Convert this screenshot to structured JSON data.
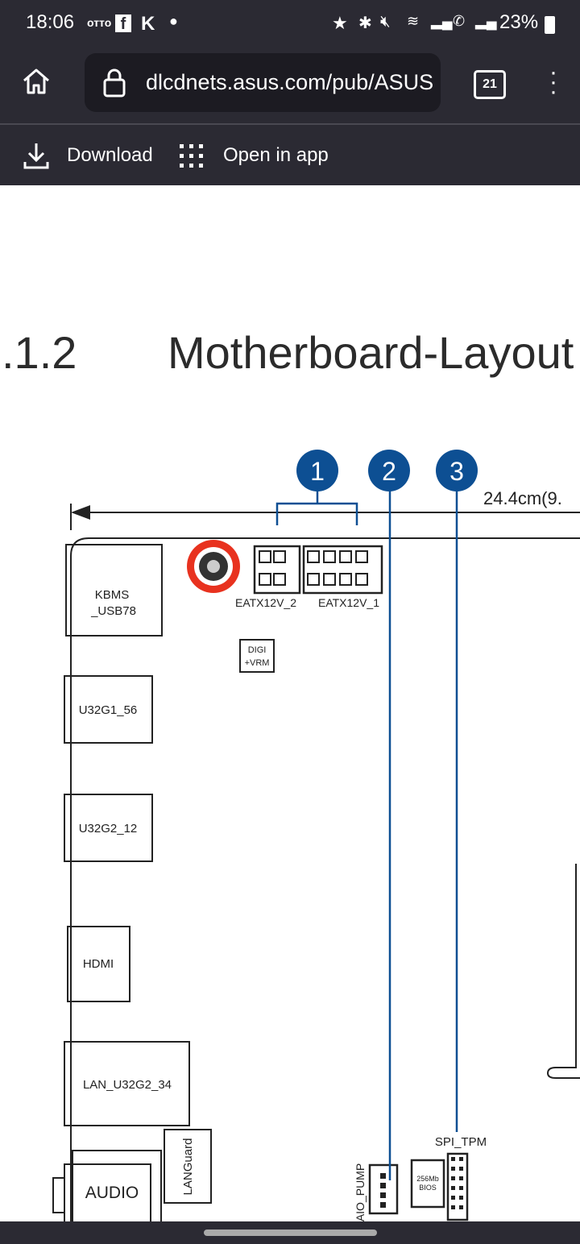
{
  "status_bar": {
    "time": "18:06",
    "notif_text": "отто",
    "battery": "23%"
  },
  "browser": {
    "url": "dlcdnets.asus.com/pub/ASUS",
    "tab_count": "21"
  },
  "toolbar": {
    "download_label": "Download",
    "open_in_app_label": "Open in app"
  },
  "document": {
    "section_number": ".1.2",
    "section_title": "Motherboard-Layout",
    "dimension": "24.4cm(9.",
    "callouts": [
      "1",
      "2",
      "3"
    ],
    "components": {
      "kbms_1": "KBMS",
      "kbms_2": "_USB78",
      "u32g1": "U32G1_56",
      "u32g2": "U32G2_12",
      "hdmi": "HDMI",
      "lan": "LAN_U32G2_34",
      "languard": "LANGuard",
      "audio": "AUDIO",
      "eatx2": "EATX12V_2",
      "eatx1": "EATX12V_1",
      "digi_1": "DIGI",
      "digi_2": "+VRM",
      "aio_pump": "AIO_PUMP",
      "spi_tpm": "SPI_TPM",
      "bios_1": "256Mb",
      "bios_2": "BIOS"
    },
    "colors": {
      "callout": "#0d4f93",
      "fan_ring": "#e8321f"
    }
  }
}
